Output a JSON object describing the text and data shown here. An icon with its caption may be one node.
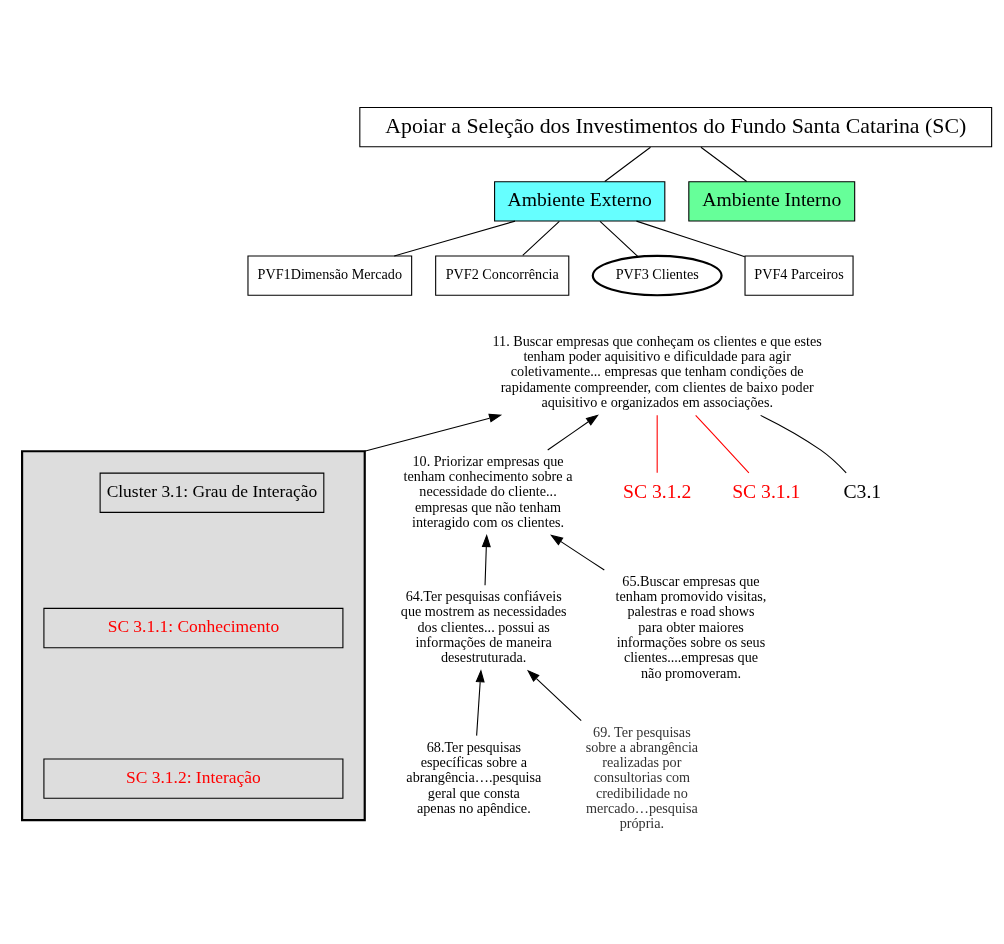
{
  "diagram": {
    "nodes": [
      {
        "text": [
          "Apoiar a Seleção dos Investimentos do Fundo Santa Catarina (SC)"
        ]
      },
      {
        "text": [
          "Ambiente Externo"
        ]
      },
      {
        "text": [
          "Ambiente Interno"
        ]
      },
      {
        "text": [
          "PVF1Dimensão Mercado"
        ]
      },
      {
        "text": [
          "PVF2 Concorrência"
        ]
      },
      {
        "text": [
          "PVF3 Clientes"
        ]
      },
      {
        "text": [
          "PVF4 Parceiros"
        ]
      },
      {
        "text": [
          "11. Buscar empresas que conheçam os clientes e que estes tenham poder aquisitivo e dificuldade para agir coletivamente... empresas que tenham condições de rapidamente compreender, com clientes de baixo poder aquisitivo e organizados em associações."
        ]
      },
      {
        "text": [
          "10. Priorizar empresas que tenham conhecimento sobre a necessidade do cliente... empresas que não tenham interagido com os clientes."
        ]
      },
      {
        "text": [
          "64.Ter pesquisas confiáveis que mostrem as necessidades dos clientes... possui as informações de maneira desestruturada."
        ]
      },
      {
        "text": [
          "65.Buscar empresas que tenham promovido visitas, palestras e road shows para obter maiores informações sobre os seus clientes....empresas que não promoveram."
        ]
      },
      {
        "text": [
          "68.Ter pesquisas específicas sobre a abrangência….pesquisa geral que consta apenas no apêndice."
        ]
      },
      {
        "text": [
          "69. Ter pesquisas sobre a abrangência realizadas por consultorias com credibilidade no mercado…pesquisa própria."
        ]
      },
      {
        "text": [],
        "shape": "box"
      },
      {
        "text": [
          "Cluster 3.1: Grau de Interação"
        ],
        "in": 13
      },
      {
        "text": [
          "SC 3.1.1: Conhecimento"
        ],
        "in": 13
      },
      {
        "text": [
          "SC 3.1.2: Interação"
        ],
        "in": 13
      },
      {
        "text": [
          "SC 3.1.2"
        ]
      },
      {
        "text": [
          "SC 3.1.1"
        ]
      },
      {
        "text": [
          "C3.1"
        ]
      }
    ],
    "edges": [
      {
        "from": 0,
        "to": 1,
        "arrow": "none"
      },
      {
        "from": 0,
        "to": 2,
        "arrow": "none"
      },
      {
        "from": 1,
        "to": 3,
        "arrow": "none"
      },
      {
        "from": 1,
        "to": 4,
        "arrow": "none"
      },
      {
        "from": 1,
        "to": 5,
        "arrow": "none"
      },
      {
        "from": 1,
        "to": 6,
        "arrow": "none"
      },
      {
        "from": 8,
        "to": 7,
        "arrow": "to"
      },
      {
        "from": 13,
        "to": 7,
        "arrow": "to"
      },
      {
        "from": 9,
        "to": 8,
        "arrow": "to"
      },
      {
        "from": 10,
        "to": 8,
        "arrow": "to"
      },
      {
        "from": 11,
        "to": 9,
        "arrow": "to"
      },
      {
        "from": 12,
        "to": 9,
        "arrow": "to"
      },
      {
        "from": 17,
        "to": 7,
        "arrow": "none",
        "color": "#ff0000"
      },
      {
        "from": 18,
        "to": 7,
        "arrow": "none",
        "color": "#ff0000"
      },
      {
        "from": 19,
        "to": 7,
        "arrow": "none"
      }
    ]
  }
}
